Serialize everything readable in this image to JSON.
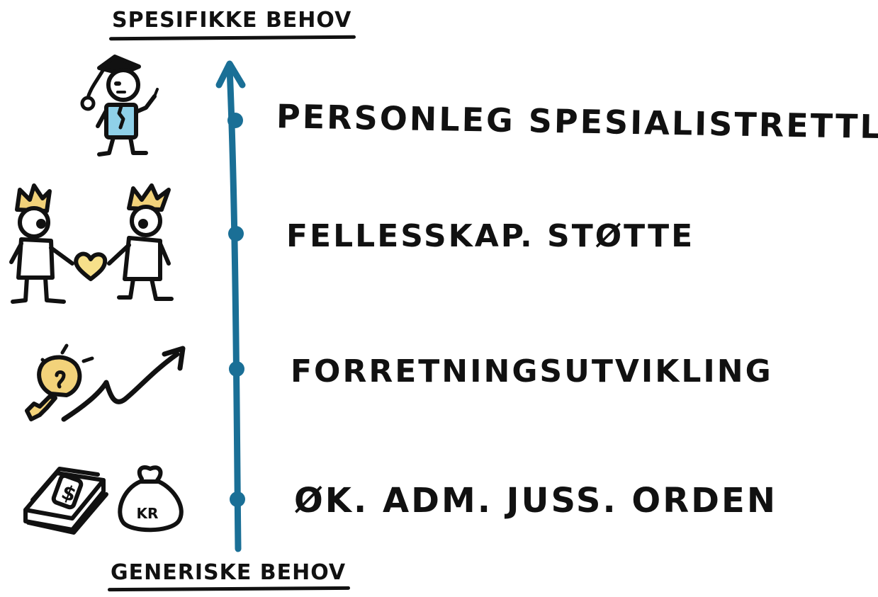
{
  "headings": {
    "top": "SPESIFIKKE BEHOV",
    "bottom": "GENERISKE BEHOV"
  },
  "levels": [
    {
      "label": "PERSONLEG SPESIALISTRETTLEIING",
      "icon": "mentor-person-icon"
    },
    {
      "label": "FELLESSKAP. STØTTE",
      "icon": "community-support-icon"
    },
    {
      "label": "FORRETNINGSUTVIKLING",
      "icon": "growth-arrow-icon"
    },
    {
      "label": "ØK. ADM. JUSS. ORDEN",
      "icon": "money-bag-icon"
    }
  ],
  "icon_text": {
    "money_bag": "KR",
    "banknote": "$"
  },
  "colors": {
    "axis": "#1a6f96",
    "ink": "#111111",
    "shirt": "#8fd0e8",
    "crown": "#f2d27a",
    "heart": "#f7e08a",
    "bulb": "#f2d27a"
  }
}
